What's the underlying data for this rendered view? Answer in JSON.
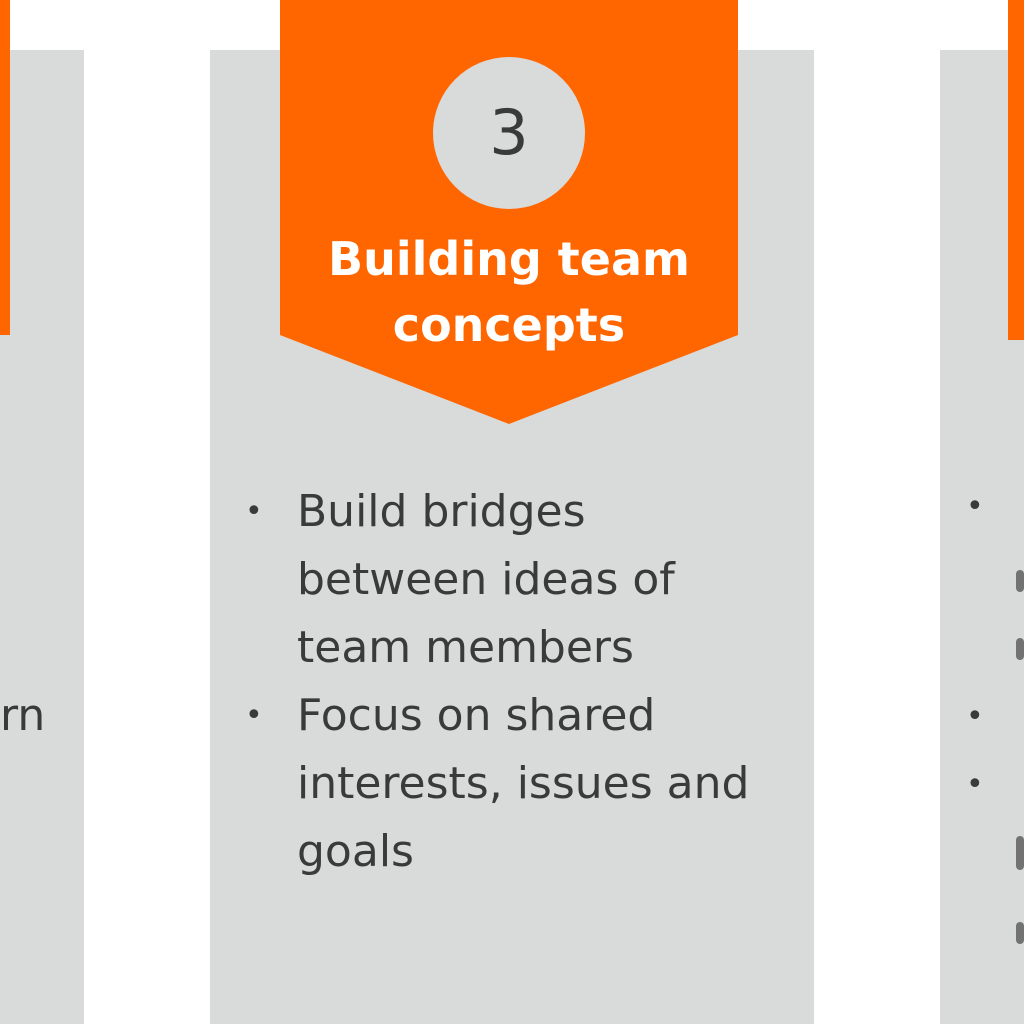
{
  "main_card": {
    "step_number": "3",
    "title": "Building team concepts",
    "bullets": [
      "Build bridges between ideas of team members",
      "Focus on shared interests, issues and goals"
    ]
  },
  "left_card": {
    "visible_fragment": "rn"
  },
  "bullet_symbol": "•",
  "colors": {
    "accent": "#ff6600",
    "panel": "#d9dada",
    "text": "#3a3a3a",
    "title_text": "#ffffff"
  }
}
